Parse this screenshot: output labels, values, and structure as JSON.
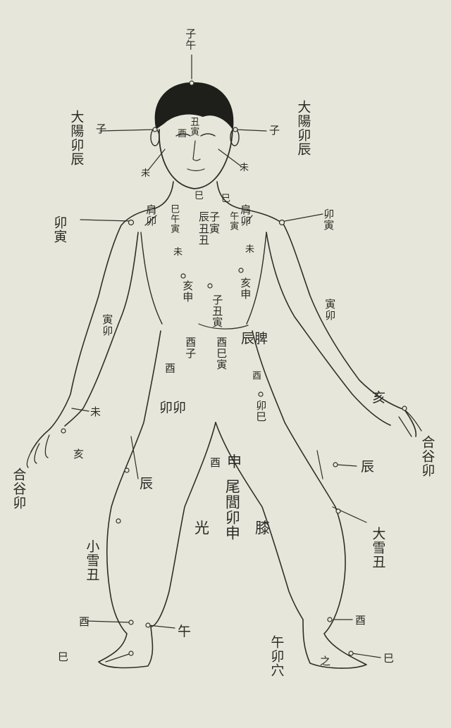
{
  "figure": {
    "type": "hand-drawn acupuncture / meridian timing chart of a standing human figure",
    "ink_color": "#2a2a26",
    "paper_color": "#e6e7da",
    "labels": {
      "crown": "子午",
      "temple_left": "子",
      "temple_right": "子",
      "taiyang_left": "大陽卯辰",
      "taiyang_right": "大陽卯辰",
      "cheek_left": "未",
      "cheek_right": "未",
      "face_top": "丑寅",
      "face_side": "酉",
      "neck_left": "巳",
      "neck_right": "巳",
      "shoulder_left_outer": "卯寅",
      "shoulder_right_outer": "卯寅",
      "jianyu_left": "肩卯",
      "jianyu_right": "肩卯",
      "chest_left_points": "巳午寅",
      "chest_center": "辰子丑寅丑",
      "chest_right_points": "午寅",
      "chest_left_wei": "未",
      "chest_right_wei": "未",
      "chest_left_hai": "亥申",
      "chest_right_hai": "亥申",
      "arm_left_yin": "寅卯",
      "arm_right_yin": "寅卯",
      "navel": "子丑寅",
      "abdomen_left": "酉子",
      "abdomen_center": "酉巳寅",
      "pihu": "辰脾",
      "abdomen_right_you": "酉",
      "abdomen_right": "卯巳",
      "lower_left": "酉",
      "lower_left_mao": "卯卯",
      "wrist_left_wei": "未",
      "wrist_left_hai": "亥",
      "wrist_right": "亥",
      "hegu_left": "合谷卯",
      "hegu_right": "合谷卯",
      "thigh_left": "辰",
      "knee_right_chen": "辰",
      "center_you": "酉",
      "center_shen": "申",
      "weilu": "尾閭卯申",
      "guang": "光",
      "knee": "膝",
      "xiaoxue": "小雪丑",
      "daxue": "大雪丑",
      "ankle_left": "酉",
      "ankle_left_wu": "午",
      "ankle_right": "酉",
      "toe_left": "巳",
      "toe_right": "巳",
      "foot_bottom": "午卯穴",
      "foot_zhi": "之"
    }
  }
}
